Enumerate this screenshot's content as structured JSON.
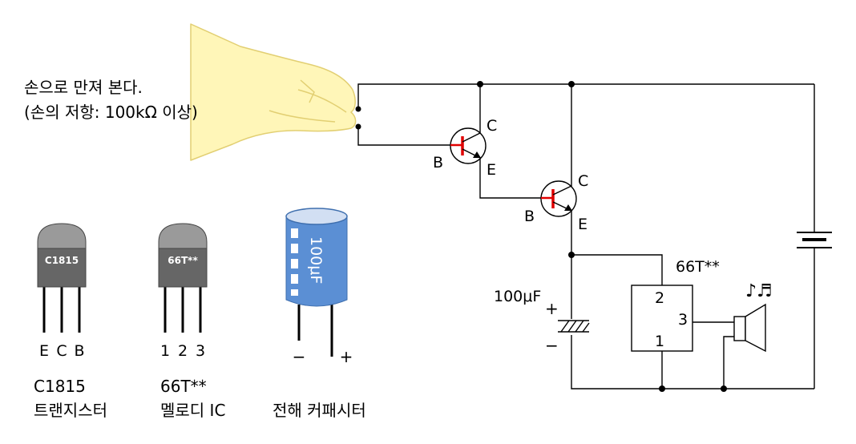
{
  "note": {
    "line1": "손으로 만져 본다.",
    "line2": "(손의 저항: 100kΩ 이상)"
  },
  "transistor1": {
    "collector": "C",
    "base": "B",
    "emitter": "E"
  },
  "transistor2": {
    "collector": "C",
    "base": "B",
    "emitter": "E"
  },
  "capacitor_label": "100μF",
  "capacitor_plus": "+",
  "capacitor_minus": "−",
  "ic": {
    "name": "66T**",
    "pin_top": "2",
    "pin_right": "3",
    "pin_bottom": "1"
  },
  "music_symbol": "♪♬",
  "parts": {
    "c1815": {
      "body_text": "C1815",
      "pins": [
        "E",
        "C",
        "B"
      ],
      "name": "C1815",
      "desc": "트랜지스터"
    },
    "melody": {
      "body_text": "66T**",
      "pins": [
        "1",
        "2",
        "3"
      ],
      "name": "66T**",
      "desc": "멜로디 IC"
    },
    "capacitor": {
      "body_text": "100μF",
      "minus": "−",
      "plus": "+",
      "desc": "전해 커패시터"
    }
  },
  "colors": {
    "wire": "#000000",
    "base_mark": "#e00000",
    "hand": "#fff6b8",
    "hand_edge": "#e2cf72",
    "transistor_cap": "#9a9a9a",
    "transistor_body": "#666666",
    "capacitor_body": "#5b8fd4",
    "capacitor_top": "#d2dff3"
  }
}
